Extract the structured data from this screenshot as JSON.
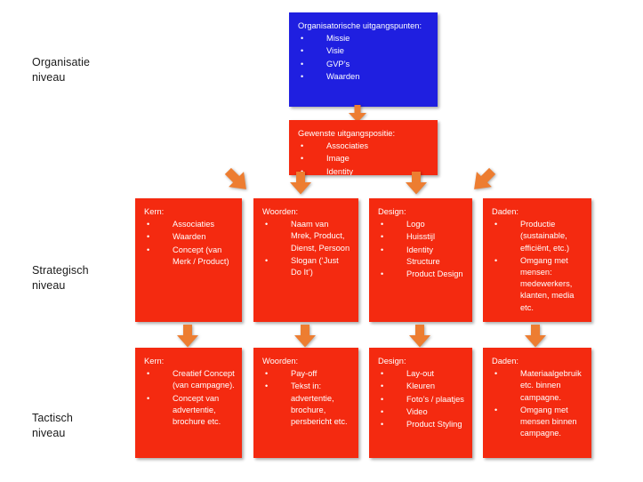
{
  "colors": {
    "blue_box": "#1f1fe0",
    "red_box": "#f42a10",
    "arrow": "#ED7D31",
    "text_on_box": "#ffffff",
    "label_text": "#1a1a1a",
    "background": "#ffffff"
  },
  "level_labels": {
    "organisatie": "Organisatie\nniveau",
    "strategisch": "Strategisch\nniveau",
    "tactisch": "Tactisch\nniveau"
  },
  "organisatie_level": {
    "organisatorische_uitgangspunten": {
      "title": "Organisatorische uitgangspunten:",
      "items": [
        "Missie",
        "Visie",
        "GVP’s",
        "Waarden"
      ]
    },
    "gewenste_uitgangspositie": {
      "title": "Gewenste uitgangspositie:",
      "items": [
        "Associaties",
        "Image",
        "Identity"
      ]
    }
  },
  "strategisch_level": {
    "kern": {
      "title": "Kern:",
      "items": [
        "Associaties",
        "Waarden",
        "Concept (van Merk / Product)"
      ]
    },
    "woorden": {
      "title": "Woorden:",
      "items": [
        "Naam van Mrek, Product, Dienst, Persoon",
        "Slogan (‘Just Do It’)"
      ]
    },
    "design": {
      "title": "Design:",
      "items": [
        "Logo",
        "Huisstijl",
        "Identity Structure",
        "Product Design"
      ]
    },
    "daden": {
      "title": "Daden:",
      "items": [
        "Productie (sustainable, efficiënt, etc.)",
        "Omgang met mensen: medewerkers, klanten, media etc."
      ]
    }
  },
  "tactisch_level": {
    "kern": {
      "title": "Kern:",
      "items": [
        "Creatief Concept (van campagne).",
        "Concept van advertentie, brochure etc."
      ]
    },
    "woorden": {
      "title": "Woorden:",
      "items": [
        "Pay-off",
        "Tekst in: advertentie, brochure, persbericht etc."
      ]
    },
    "design": {
      "title": "Design:",
      "items": [
        "Lay-out",
        "Kleuren",
        "Foto’s / plaatjes",
        "Video",
        "Product Styling"
      ]
    },
    "daden": {
      "title": "Daden:",
      "items": [
        "Materiaalgebruik etc. binnen campagne.",
        "Omgang met mensen binnen campagne."
      ]
    }
  },
  "arrows": {
    "org_to_gewenste": "down-arrow-icon",
    "gewenste_to_kern": "down-left-diagonal-arrow-icon",
    "gewenste_to_woorden": "down-arrow-icon",
    "gewenste_to_design": "down-arrow-icon",
    "gewenste_to_daden": "down-right-diagonal-arrow-icon",
    "kern_strat_to_tact": "down-arrow-icon",
    "woorden_strat_to_tact": "down-arrow-icon",
    "design_strat_to_tact": "down-arrow-icon",
    "daden_strat_to_tact": "down-arrow-icon"
  }
}
